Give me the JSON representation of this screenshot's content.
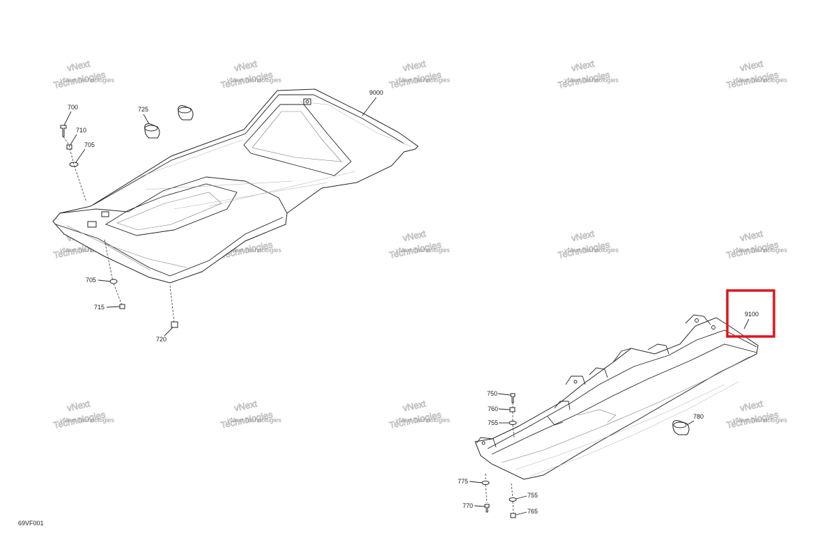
{
  "watermark": {
    "line1": "vNext",
    "line2": "Technologies",
    "caption": "vNext Technologies"
  },
  "drawing_code": "69VF001",
  "highlight_color": "#e0141b",
  "callouts": {
    "c9000": "9000",
    "c725": "725",
    "c700": "700",
    "c710": "710",
    "c705a": "705",
    "c705b": "705",
    "c715": "715",
    "c720": "720",
    "c9100": "9100",
    "c750": "750",
    "c760": "760",
    "c755a": "755",
    "c780": "780",
    "c775": "775",
    "c755b": "755",
    "c770": "770",
    "c765": "765"
  }
}
